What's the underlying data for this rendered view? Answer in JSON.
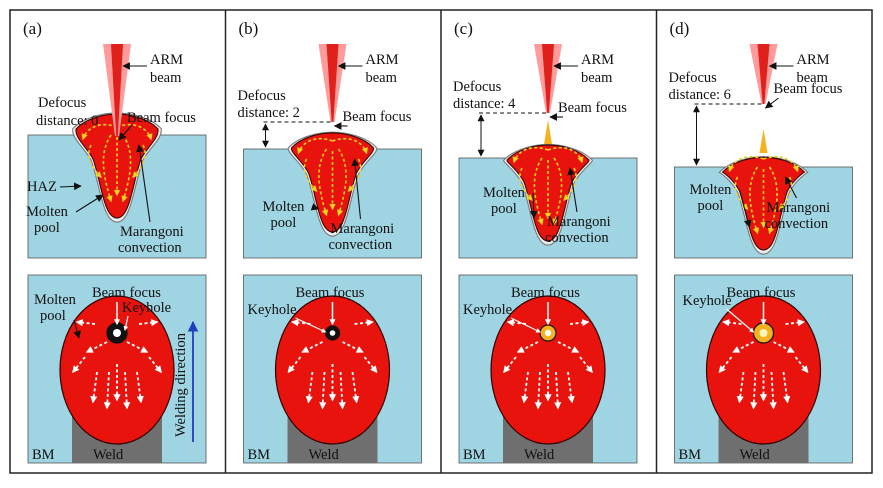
{
  "panels": [
    {
      "letter": "(a)",
      "arm": [
        "ARM",
        "beam"
      ],
      "defocus": [
        "Defocus",
        "distance: 0"
      ],
      "beam_focus_side": "Beam focus",
      "haz": "HAZ",
      "molten_side": [
        "Molten",
        "pool"
      ],
      "marangoni": [
        "Marangoni",
        "convection"
      ],
      "beam_focus_top": "Beam focus",
      "keyhole": "Keyhole",
      "molten_top": [
        "Molten",
        "pool"
      ],
      "welding_direction": "Welding direction",
      "bm": "BM",
      "weld": "Weld",
      "defocus_value": 0
    },
    {
      "letter": "(b)",
      "arm": [
        "ARM",
        "beam"
      ],
      "defocus": [
        "Defocus",
        "distance: 2"
      ],
      "beam_focus_side": "Beam focus",
      "molten_side": [
        "Molten",
        "pool"
      ],
      "marangoni": [
        "Marangoni",
        "convection"
      ],
      "beam_focus_top": "Beam focus",
      "keyhole": "Keyhole",
      "bm": "BM",
      "weld": "Weld",
      "defocus_value": 2
    },
    {
      "letter": "(c)",
      "arm": [
        "ARM",
        "beam"
      ],
      "defocus": [
        "Defocus",
        "distance: 4"
      ],
      "beam_focus_side": "Beam focus",
      "molten_side": [
        "Molten",
        "pool"
      ],
      "marangoni": [
        "Marangoni",
        "convection"
      ],
      "beam_focus_top": "Beam focus",
      "keyhole": "Keyhole",
      "bm": "BM",
      "weld": "Weld",
      "defocus_value": 4
    },
    {
      "letter": "(d)",
      "arm": [
        "ARM",
        "beam"
      ],
      "defocus": [
        "Defocus",
        "distance: 6"
      ],
      "beam_focus_side": "Beam focus",
      "molten_side": [
        "Molten",
        "pool"
      ],
      "marangoni": [
        "Marangoni",
        "convection"
      ],
      "beam_focus_top": "Beam focus",
      "keyhole": "Keyhole",
      "bm": "BM",
      "weld": "Weld",
      "defocus_value": 6
    }
  ],
  "colors": {
    "plate": "#9fd4e2",
    "pool": "#e8130c",
    "haz": "#ececec",
    "weld_track": "#6f6f6f",
    "beam_outer": "#ff9b9b",
    "beam_inner": "#e0201a",
    "keyhole_dark": "#111111",
    "keyhole_hot": "#f5b21e",
    "flow_arrows": "#f2d21e",
    "direction_arrow": "#1f3fbf"
  }
}
